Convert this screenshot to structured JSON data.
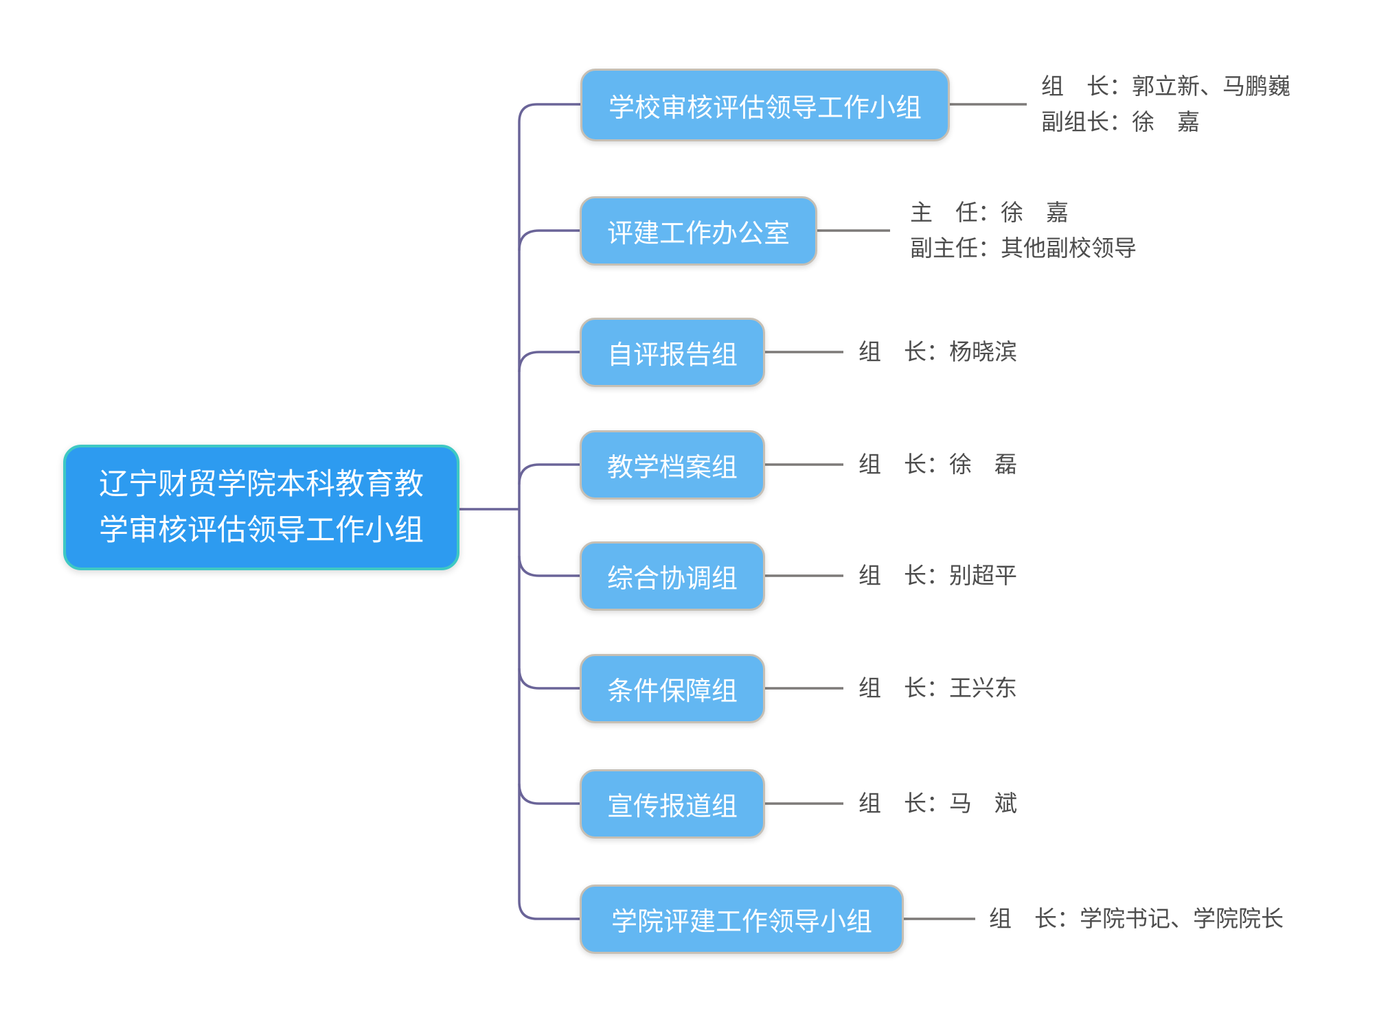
{
  "diagram": {
    "root": {
      "label": "辽宁财贸学院本科教育教\n学审核评估领导工作小组"
    },
    "nodes": [
      {
        "label": "学校审核评估领导工作小组",
        "details": "组　长：郭立新、马鹏巍\n副组长：徐　嘉"
      },
      {
        "label": "评建工作办公室",
        "details": "主　任：徐　嘉\n副主任：其他副校领导"
      },
      {
        "label": "自评报告组",
        "details": "组　长：杨晓滨"
      },
      {
        "label": "教学档案组",
        "details": "组　长：徐　磊"
      },
      {
        "label": "综合协调组",
        "details": "组　长：别超平"
      },
      {
        "label": "条件保障组",
        "details": "组　长：王兴东"
      },
      {
        "label": "宣传报道组",
        "details": "组　长：马　斌"
      },
      {
        "label": "学院评建工作领导小组",
        "details": "组　长：学院书记、学院院长"
      }
    ],
    "colors": {
      "root_fill": "#2D9BF0",
      "root_border": "#3EC8C3",
      "node_fill": "#63B7F2",
      "node_border": "#C6BFB4",
      "branch_line": "#6A6498",
      "connector_line": "#7D7A78",
      "detail_text": "#4D4D4D"
    }
  }
}
